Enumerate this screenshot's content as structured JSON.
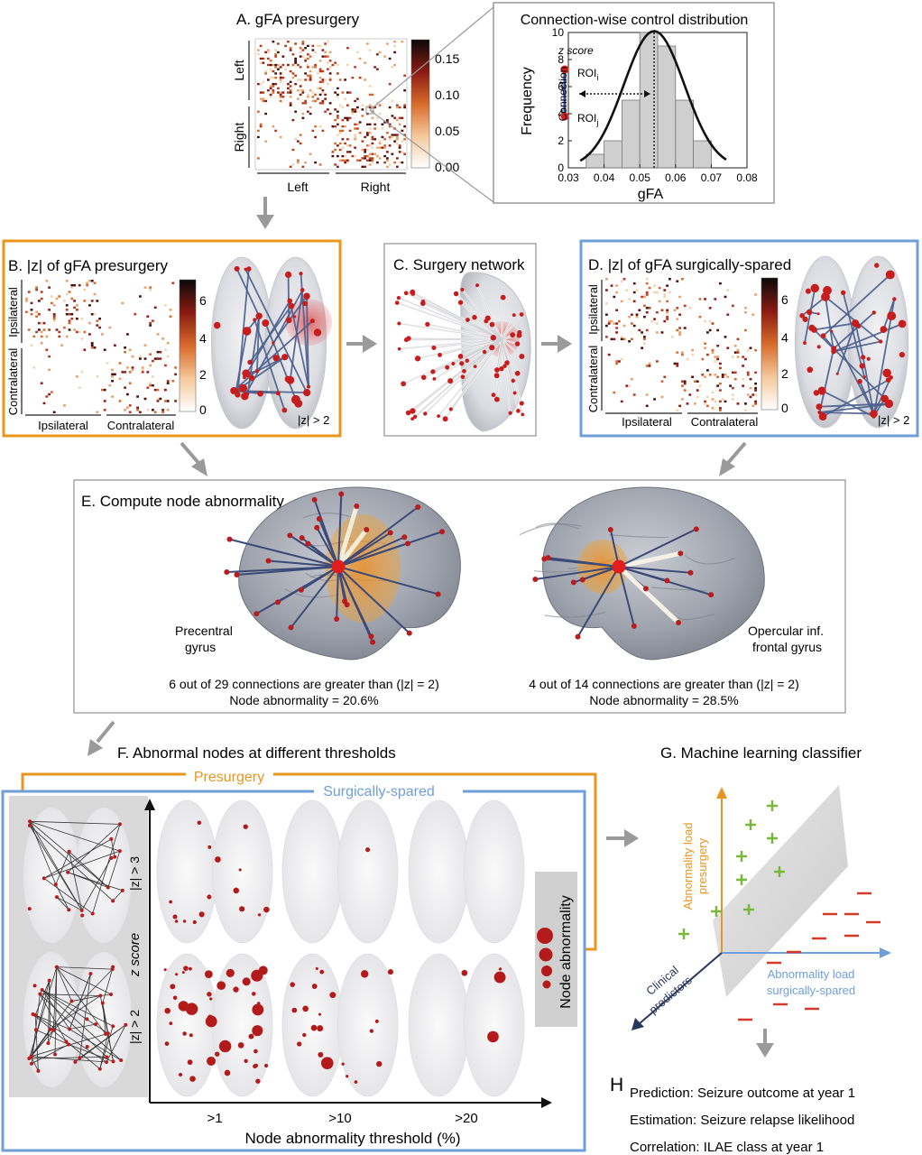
{
  "colors": {
    "orange": "#e8961e",
    "blue": "#6f9fd8",
    "panel_gray": "#888888",
    "node_red": "#c81d1d",
    "edge_blue": "#4a5f8f",
    "plus_green": "#79b83a",
    "minus_red": "#d83a2a"
  },
  "panelA": {
    "title": "A.  gFA presurgery",
    "left_label": "Left",
    "right_label": "Right",
    "colorbar_ticks": [
      "0.15",
      "0.10",
      "0.05",
      "0.00"
    ]
  },
  "inset": {
    "title": "Connection-wise control distribution",
    "xlabel": "gFA",
    "ylabel": "Frequency",
    "xticks": [
      "0.03",
      "0.04",
      "0.05",
      "0.06",
      "0.07",
      "0.08"
    ],
    "yticks": [
      "0",
      "2",
      "4",
      "6",
      "8",
      "10"
    ],
    "z_label": "z score",
    "roi_i": "ROI",
    "roi_i_sub": "i",
    "roi_j": "ROI",
    "roi_j_sub": "j",
    "connection_label": "Connection"
  },
  "chart_data": {
    "type": "bar",
    "title": "Connection-wise control distribution",
    "xlabel": "gFA",
    "ylabel": "Frequency",
    "bin_edges": [
      0.035,
      0.04,
      0.045,
      0.05,
      0.055,
      0.06,
      0.065,
      0.07
    ],
    "values": [
      1,
      2,
      5,
      10,
      9,
      5,
      2
    ],
    "xlim": [
      0.03,
      0.08
    ],
    "ylim": [
      0,
      10
    ],
    "normal_fit": {
      "mean": 0.054,
      "sd": 0.0085
    }
  },
  "panelB": {
    "title": "B.  |z| of gFA presurgery",
    "ipsilateral": "Ipsilateral",
    "contralateral": "Contralateral",
    "colorbar_ticks": [
      "6",
      "4",
      "2",
      "0"
    ],
    "threshold": "|z| > 2"
  },
  "panelC": {
    "title": "C.  Surgery network"
  },
  "panelD": {
    "title": "D.  |z| of gFA surgically-spared",
    "ipsilateral": "Ipsilateral",
    "contralateral": "Contralateral",
    "colorbar_ticks": [
      "6",
      "4",
      "2",
      "0"
    ],
    "threshold": "|z| > 2"
  },
  "panelE": {
    "title": "E.  Compute node abnormality",
    "left_region_1": "Precentral",
    "left_region_2": "gyrus",
    "right_region_1": "Opercular inf.",
    "right_region_2": "frontal gyrus",
    "left_line_1": "6 out of 29 connections are greater than (|z| = 2)",
    "left_line_2": "Node abnormality = 20.6%",
    "right_line_1": "4 out of 14 connections are greater than (|z| = 2)",
    "right_line_2": "Node abnormality = 28.5%"
  },
  "panelF": {
    "title": "F.  Abnormal nodes at different thresholds",
    "presurgery": "Presurgery",
    "spared": "Surgically-spared",
    "z_score": "z score",
    "row_top": "|z| > 3",
    "row_bottom": "|z| > 2",
    "cols": [
      ">1",
      ">10",
      ">20"
    ],
    "xlabel": "Node abnormality threshold (%)",
    "legend": "Node abnormality"
  },
  "panelG": {
    "title": "G.  Machine learning classifier",
    "yaxis_1": "Abnormality load",
    "yaxis_2": "presurgery",
    "xaxis_1": "Abnormality load",
    "xaxis_2": "surgically-spared",
    "zaxis_1": "Clinical",
    "zaxis_2": "predictors"
  },
  "panelH": {
    "letter": "H",
    "line1": "Prediction: Seizure outcome at year 1",
    "line2": "Estimation: Seizure relapse likelihood",
    "line3": "Correlation: ILAE class at year 1"
  }
}
